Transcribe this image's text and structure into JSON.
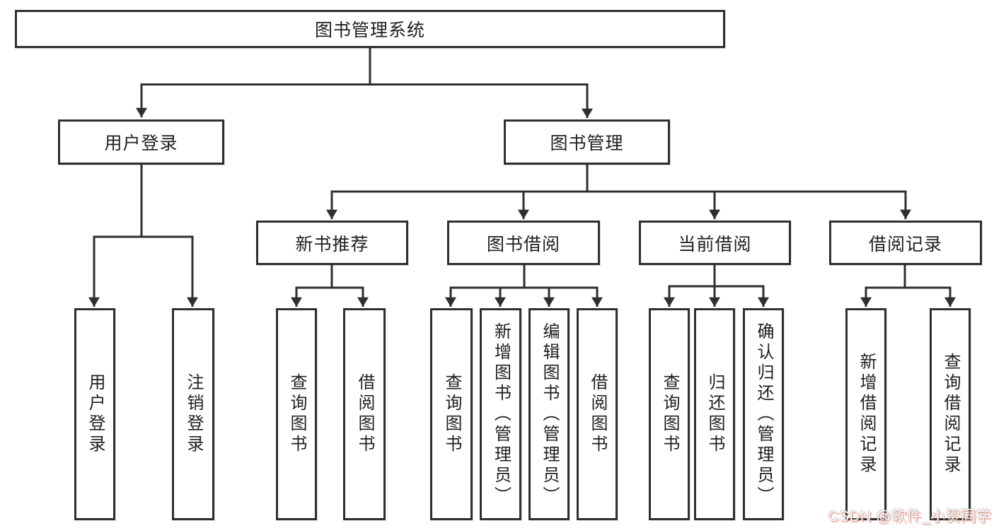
{
  "diagram": {
    "type": "hierarchy",
    "line_color": "#2f2f2f",
    "background": "#ffffff",
    "tree": {
      "label": "图书管理系统",
      "children": [
        {
          "label": "用户登录",
          "children": [
            {
              "label": "用户登录"
            },
            {
              "label": "注销登录"
            }
          ]
        },
        {
          "label": "图书管理",
          "children": [
            {
              "label": "新书推荐",
              "children": [
                {
                  "label": "查询图书"
                },
                {
                  "label": "借阅图书"
                }
              ]
            },
            {
              "label": "图书借阅",
              "children": [
                {
                  "label": "查询图书"
                },
                {
                  "label": "新增图书（管理员）"
                },
                {
                  "label": "编辑图书（管理员）"
                },
                {
                  "label": "借阅图书"
                }
              ]
            },
            {
              "label": "当前借阅",
              "children": [
                {
                  "label": "查询图书"
                },
                {
                  "label": "归还图书"
                },
                {
                  "label": "确认归还（管理员）"
                }
              ]
            },
            {
              "label": "借阅记录",
              "children": [
                {
                  "label": "新增借阅记录"
                },
                {
                  "label": "查询借阅记录"
                }
              ]
            }
          ]
        }
      ]
    },
    "watermark": {
      "text": "CSDN @软件_小贺同学"
    }
  }
}
